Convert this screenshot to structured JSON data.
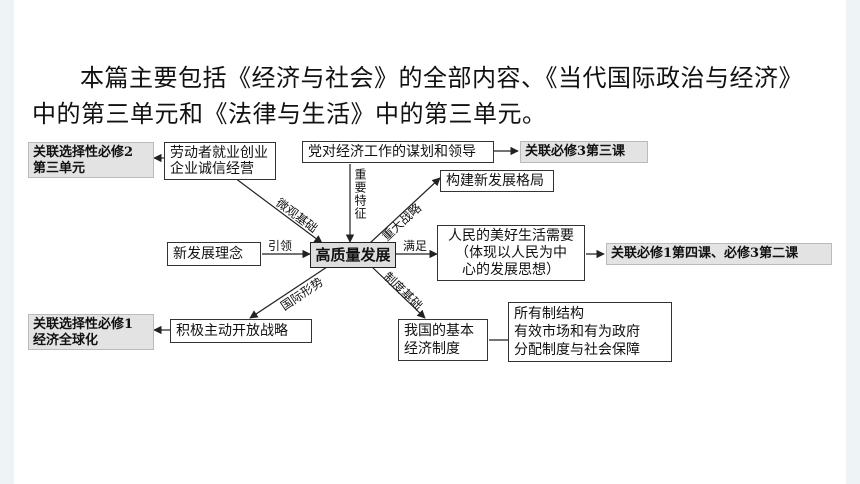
{
  "intro": {
    "line1": "本篇主要包括《经济与社会》的全部内容、《当代国际政治与经济》",
    "line2": "中的第三单元和《法律与生活》中的第三单元。"
  },
  "diagram": {
    "center": "高质量发展",
    "nodes": {
      "labor": [
        "劳动者就业创业",
        "企业诚信经营"
      ],
      "party": "党对经济工作的谋划和领导",
      "new_pattern": "构建新发展格局",
      "people_needs": [
        "人民的美好生活需要",
        "（体现以人民为中",
        "心的发展思想）"
      ],
      "new_concept": "新发展理念",
      "opening": "积极主动开放战略",
      "basic_system": [
        "我国的基本",
        "经济制度"
      ],
      "system_detail": [
        "所有制结构",
        "有效市场和有为政府",
        "分配制度与社会保障"
      ]
    },
    "links": {
      "elective2": [
        "关联选择性必修2",
        "第三单元"
      ],
      "req3_lesson3": "关联必修3第三课",
      "req1_req3": "关联必修1第四课、必修3第二课",
      "elective1": [
        "关联选择性必修1",
        "经济全球化"
      ]
    },
    "edge_labels": {
      "micro_basis": "微观基础",
      "important_feature": "重要特征",
      "major_strategy": "重大战略",
      "guide": "引领",
      "satisfy": "满足",
      "intl_situation": "国际形势",
      "system_basis": "制度基础"
    }
  }
}
